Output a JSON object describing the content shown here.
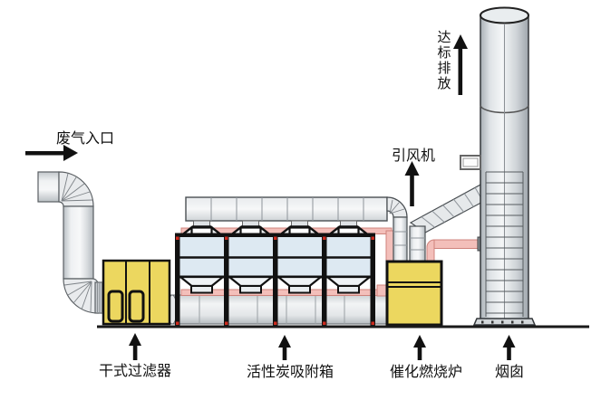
{
  "diagram": {
    "labels": {
      "waste_gas_inlet": "废气入口",
      "induced_draft_fan": "引风机",
      "compliant_emission_chars": [
        "达",
        "标",
        "排",
        "放"
      ],
      "dry_filter": "干式过滤器",
      "activated_carbon_box": "活性炭吸附箱",
      "catalytic_furnace": "催化燃烧炉",
      "chimney": "烟囱"
    },
    "colors": {
      "equipment_yellow": "#ecd75f",
      "chamber_blue": "#dde9f2",
      "pipe_pink": "#f3bfba",
      "duct_gray": "#e6e9eb",
      "joint_red": "#cc2a1e",
      "outline": "#111111"
    }
  }
}
